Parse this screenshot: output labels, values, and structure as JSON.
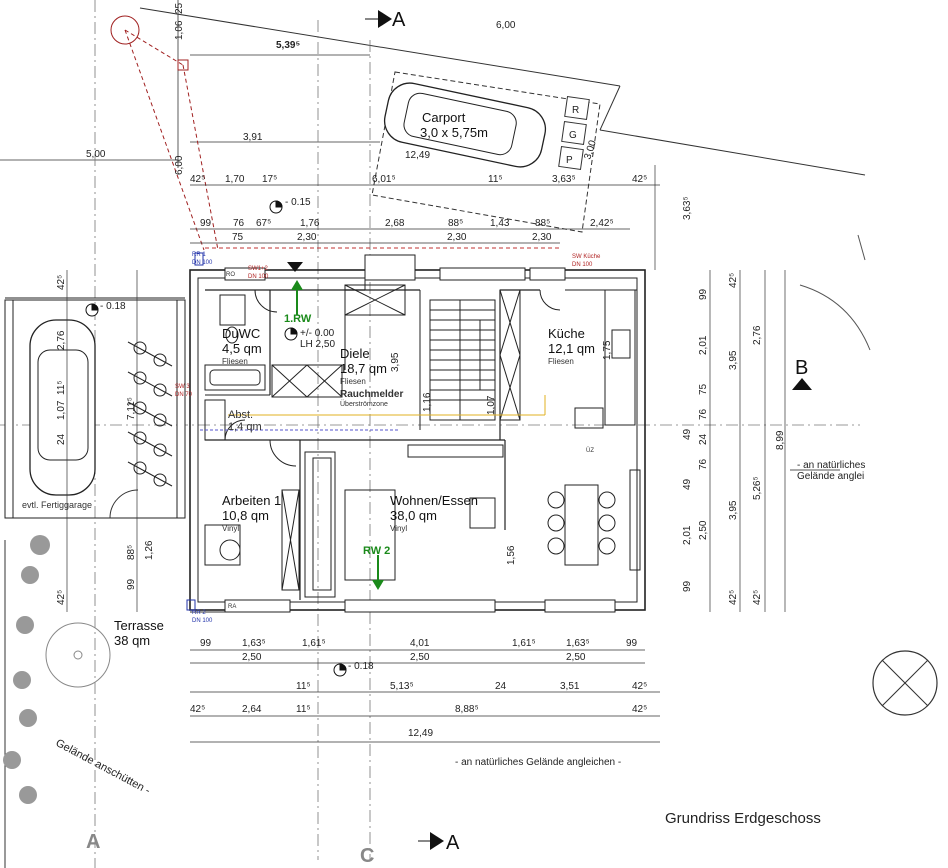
{
  "title": "Grundriss Erdgeschoss",
  "sections": {
    "a_top": "A",
    "a_bottom": "A",
    "a_left": "A",
    "b": "B",
    "c": "C"
  },
  "rooms": [
    {
      "key": "duwc",
      "name": "DuWC",
      "area": "4,5 qm",
      "floor": "Fliesen"
    },
    {
      "key": "diele",
      "name": "Diele",
      "area": "18,7 qm",
      "floor": "Fliesen"
    },
    {
      "key": "kueche",
      "name": "Küche",
      "area": "12,1 qm",
      "floor": "Fliesen"
    },
    {
      "key": "abst",
      "name": "Abst.",
      "area": "1,4 qm",
      "floor": ""
    },
    {
      "key": "arbeiten",
      "name": "Arbeiten 1",
      "area": "10,8 qm",
      "floor": "Vinyl"
    },
    {
      "key": "wohnen",
      "name": "Wohnen/Essen",
      "area": "38,0 qm",
      "floor": "Vinyl"
    },
    {
      "key": "terrasse",
      "name": "Terrasse",
      "area": "38 qm",
      "floor": ""
    }
  ],
  "carport": {
    "name": "Carport",
    "size": "3,0 x 5,75m",
    "bins": [
      "R",
      "G",
      "P"
    ]
  },
  "labels": {
    "rauchmelder": "Rauchmelder",
    "ueberstroemzone": "Überströmzone",
    "rw1": "1.RW",
    "rw2": "RW 2",
    "fertiggarage": "evtl. Fertiggarage",
    "gelaende_anschuetten": "Gelände anschütten -",
    "gelaende_angleichen": "- an natürliches Gelände angleichen -",
    "gelaende_right1": "- an natürliches",
    "gelaende_right2": "Gelände anglei",
    "level_0": "+/- 0.00",
    "lh": "LH 2,50",
    "lv_m015": "- 0.15",
    "lv_m018a": "- 0.18",
    "lv_m018b": "- 0.18",
    "rr1": "RR 1",
    "dn100a": "DN 100",
    "rr2": "RR 2",
    "dn100b": "DN 100",
    "sw12": "SW1+2",
    "dn100c": "DN 100",
    "sw_kueche": "SW Küche",
    "dn100d": "DN 100",
    "sw3": "SW 3",
    "dn70": "DN 70",
    "ro": "RO",
    "ra": "RA",
    "uz": "ÜZ"
  },
  "dims_top": [
    "42⁵",
    "1,70",
    "17⁵",
    "6,01⁵",
    "11⁵",
    "3,63⁵",
    "42⁵"
  ],
  "dims_top2": [
    "99",
    "76",
    "67⁵",
    "1,76",
    "2,68",
    "88⁵",
    "1,43",
    "88⁵",
    "2,42⁵"
  ],
  "dims_top3": [
    "75",
    "2,30",
    "2,30",
    "2,30"
  ],
  "dims_site": [
    "6,00",
    "5,39⁵",
    "1,06",
    "25",
    "3,91",
    "5,00",
    "6,00",
    "12,49",
    "3,00",
    "3,63⁵"
  ],
  "dims_bottom1": [
    "99",
    "1,63⁵",
    "1,61⁵",
    "4,01",
    "1,61⁵",
    "1,63⁵",
    "99"
  ],
  "dims_bottom2": [
    "2,50",
    "2,50",
    "2,50"
  ],
  "dims_bottom3": [
    "11⁵",
    "5,13⁵",
    "24",
    "3,51",
    "42⁵"
  ],
  "dims_bottom4": [
    "42⁵",
    "2,64",
    "11⁵",
    "8,88⁵",
    "42⁵"
  ],
  "dims_bottom5": [
    "12,49"
  ],
  "dims_right": [
    "99",
    "2,01",
    "75",
    "3,95",
    "76",
    "49",
    "24",
    "76",
    "49",
    "3,95",
    "2,01",
    "2,50",
    "99",
    "42⁵",
    "2,76",
    "8,99",
    "5,26⁵",
    "42⁵",
    "42⁵"
  ],
  "dims_left": [
    "42⁵",
    "2,76",
    "11⁵",
    "1,07",
    "24",
    "7,11⁵",
    "88⁵",
    "1,26",
    "99",
    "42⁵"
  ],
  "misc": [
    "3,95",
    "1,16",
    "1,07",
    "1,56",
    "1,75"
  ]
}
